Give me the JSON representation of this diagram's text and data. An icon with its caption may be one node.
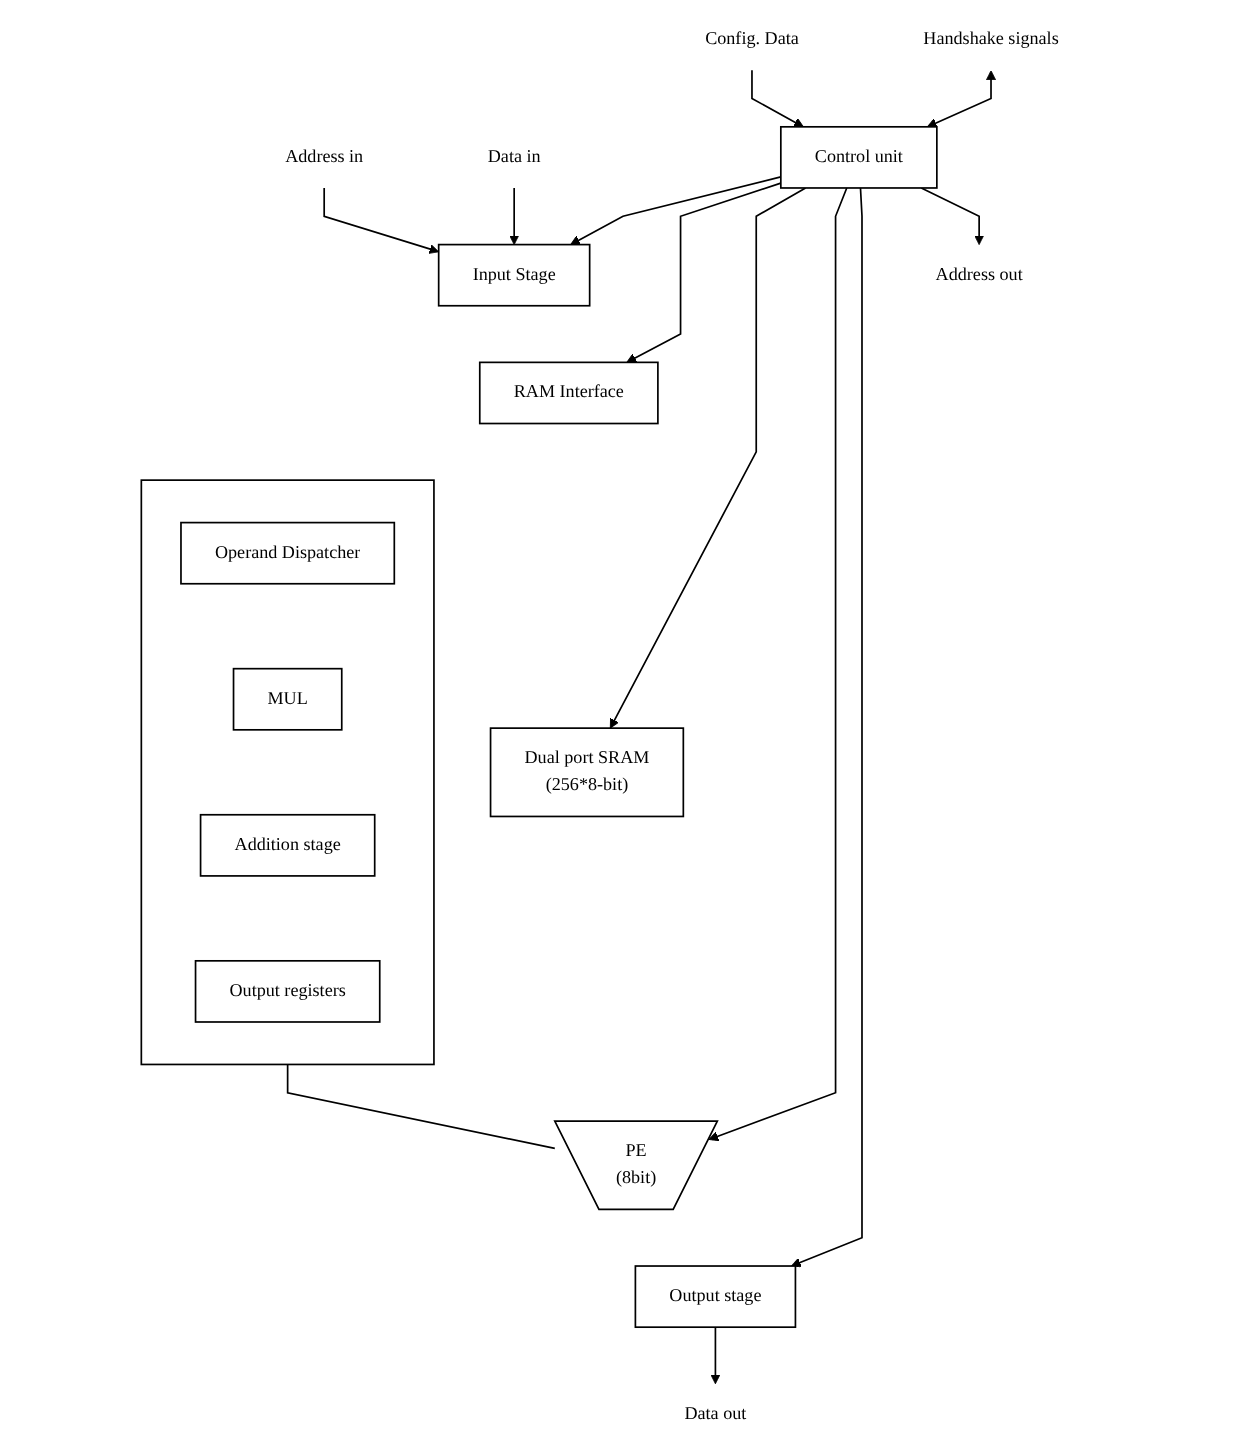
{
  "diagram": {
    "nodes": [
      {
        "text": [
          "Address in"
        ]
      },
      {
        "text": [
          "Data in"
        ]
      },
      {
        "text": [
          "Input Stage"
        ]
      },
      {
        "text": [
          "RAM Interface"
        ]
      },
      {
        "text": [
          "Dual port SRAM",
          "(256*8-bit)"
        ]
      },
      {
        "text": [
          "Config. Data"
        ]
      },
      {
        "text": [
          "Handshake signals"
        ]
      },
      {
        "text": [
          "Control unit"
        ]
      },
      {
        "text": [],
        "shape": "box"
      },
      {
        "text": [
          "Operand Dispatcher"
        ],
        "in": 8
      },
      {
        "text": [
          "MUL"
        ],
        "in": 8
      },
      {
        "text": [
          "Addition stage"
        ],
        "in": 8
      },
      {
        "text": [
          "Output registers"
        ],
        "in": 8
      },
      {
        "text": [
          "PE",
          "(8bit)"
        ]
      },
      {
        "text": [
          "Output stage"
        ]
      },
      {
        "text": [
          "Address out"
        ]
      },
      {
        "text": [
          "Data out"
        ]
      }
    ],
    "edges": [
      {
        "from": 0,
        "to": 2,
        "arrow": "to"
      },
      {
        "from": 1,
        "to": 2,
        "arrow": "to"
      },
      {
        "from": 5,
        "to": 7,
        "arrow": "to"
      },
      {
        "from": 6,
        "to": 7,
        "arrow": "both"
      },
      {
        "from": 7,
        "to": 2,
        "arrow": "to"
      },
      {
        "from": 7,
        "to": 3,
        "arrow": "to"
      },
      {
        "from": 7,
        "to": 4,
        "arrow": "to"
      },
      {
        "from": 7,
        "to": 13,
        "arrow": "to"
      },
      {
        "from": 7,
        "to": 14,
        "arrow": "to"
      },
      {
        "from": 8,
        "to": 13,
        "arrow": "none"
      },
      {
        "from": 7,
        "to": 15,
        "arrow": "to"
      },
      {
        "from": 14,
        "to": 16,
        "arrow": "to"
      }
    ]
  }
}
